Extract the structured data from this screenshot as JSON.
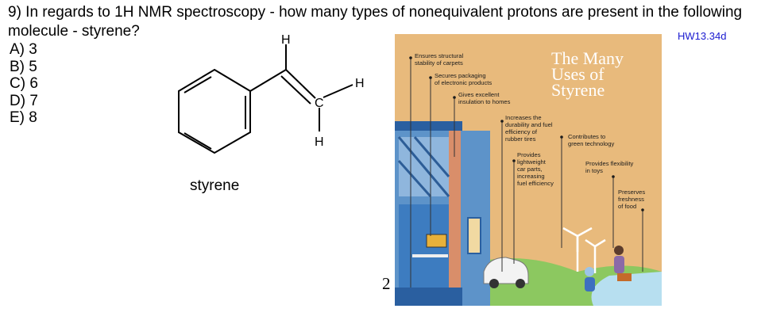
{
  "question": {
    "text": "9) In regards to 1H NMR spectroscopy - how many types of nonequivalent protons are present in the following molecule - styrene?",
    "code": "HW13.34d"
  },
  "choices": [
    {
      "label": "A) 3"
    },
    {
      "label": "B) 5"
    },
    {
      "label": "C) 6"
    },
    {
      "label": "D) 7"
    },
    {
      "label": "E) 8"
    }
  ],
  "molecule": {
    "name": "styrene",
    "atoms": {
      "h_top": "H",
      "h_right": "H",
      "c": "C",
      "h_bottom": "H"
    }
  },
  "page_number": "2",
  "infographic": {
    "title": [
      "The Many",
      "Uses of",
      "Styrene"
    ],
    "labels": {
      "carpets": [
        "Ensures structural",
        "stability of carpets"
      ],
      "packaging": [
        "Secures packaging",
        "of electronic products"
      ],
      "insulation": [
        "Gives excellent",
        "insulation to homes"
      ],
      "tires": [
        "Increases the",
        "durability and fuel",
        "efficiency of",
        "rubber tires"
      ],
      "car_parts": [
        "Provides",
        "lightweight",
        "car parts,",
        "increasing",
        "fuel efficiency"
      ],
      "green": [
        "Contributes to",
        "green technology"
      ],
      "toys": [
        "Provides flexibility",
        "in toys"
      ],
      "food": [
        "Preserves",
        "freshness",
        "of food"
      ]
    },
    "colors": {
      "background": "#e8ba7c",
      "house_blue": "#5d93c9",
      "roof": "#2a5fa0",
      "grass": "#8cc860"
    }
  }
}
